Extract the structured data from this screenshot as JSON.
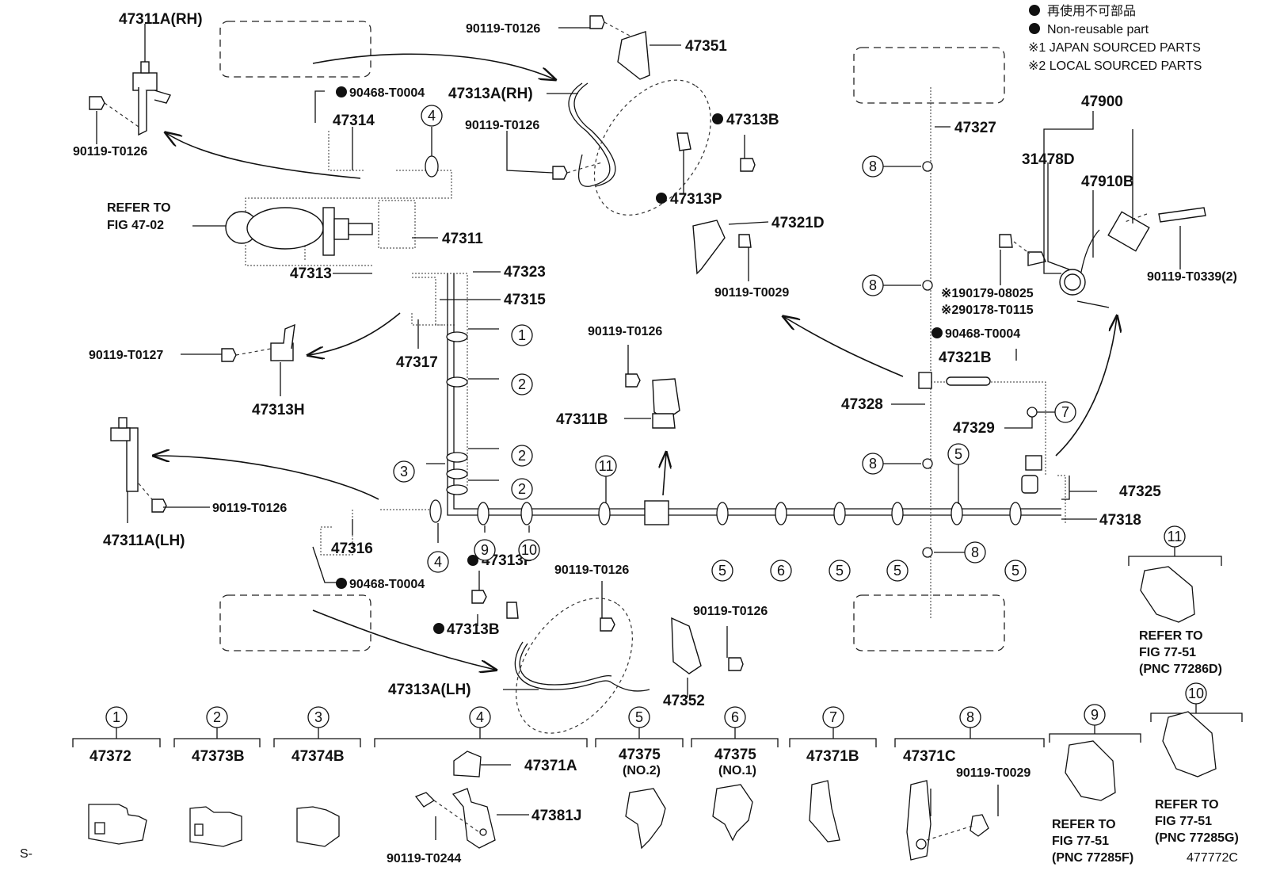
{
  "legend": {
    "line1": "再使用不可部品",
    "line2": "Non-reusable part",
    "line3": "※1 JAPAN SOURCED PARTS",
    "line4": "※2 LOCAL SOURCED PARTS"
  },
  "corner_left": "S-",
  "corner_right": "477772C",
  "parts": {
    "p47311A_RH": "47311A(RH)",
    "p90119_T0126_a": "90119-T0126",
    "p90468_T0004_a": "90468-T0004",
    "p47314": "47314",
    "refer_0202_1": "REFER TO",
    "refer_0202_2": "FIG 47-02",
    "p47311": "47311",
    "p47313": "47313",
    "p47323": "47323",
    "p47315": "47315",
    "p90119_T0127": "90119-T0127",
    "p47317": "47317",
    "p47313H": "47313H",
    "p90119_T0126_top": "90119-T0126",
    "p47351": "47351",
    "p47313A_RH": "47313A(RH)",
    "p90119_T0126_b": "90119-T0126",
    "p47313B_top": "47313B",
    "p47313P_top": "47313P",
    "p47321D": "47321D",
    "p90119_T0029_a": "90119-T0029",
    "p47327": "47327",
    "p47900": "47900",
    "p31478D": "31478D",
    "p47910B": "47910B",
    "p90119_T0339": "90119-T0339(2)",
    "p190179": "※190179-08025",
    "p290178": "※290178-T0115",
    "p90468_T0004_b": "90468-T0004",
    "p47321B": "47321B",
    "p47328": "47328",
    "p47329": "47329",
    "p47325": "47325",
    "p47318": "47318",
    "p90119_T0126_mid": "90119-T0126",
    "p47311B": "47311B",
    "p90119_T0126_lh": "90119-T0126",
    "p47311A_LH": "47311A(LH)",
    "p47316": "47316",
    "p90468_T0004_c": "90468-T0004",
    "p47313P_bot": "47313P",
    "p90119_T0126_c": "90119-T0126",
    "p47313B_bot": "47313B",
    "p90119_T0126_d": "90119-T0126",
    "p47313A_LH": "47313A(LH)",
    "p47352": "47352"
  },
  "callouts": {
    "c1": "1",
    "c2a": "2",
    "c2b": "2",
    "c2c": "2",
    "c3": "3",
    "c4a": "4",
    "c4b": "4",
    "c5a": "5",
    "c5b": "5",
    "c5c": "5",
    "c5d": "5",
    "c5e": "5",
    "c6": "6",
    "c7": "7",
    "c8a": "8",
    "c8b": "8",
    "c8c": "8",
    "c8d": "8",
    "c9": "9",
    "c10": "10",
    "c11": "11"
  },
  "clip_table": [
    {
      "num": "1",
      "part": "47372",
      "sub": ""
    },
    {
      "num": "2",
      "part": "47373B",
      "sub": ""
    },
    {
      "num": "3",
      "part": "47374B",
      "sub": ""
    },
    {
      "num": "4",
      "part": "47371A",
      "sub": ""
    },
    {
      "num": "5",
      "part": "47375",
      "sub": "(NO.2)"
    },
    {
      "num": "6",
      "part": "47375",
      "sub": "(NO.1)"
    },
    {
      "num": "7",
      "part": "47371B",
      "sub": ""
    },
    {
      "num": "8",
      "part": "47371C",
      "sub": ""
    }
  ],
  "clip4_extra": {
    "bracket": "47381J",
    "bolt": "90119-T0244"
  },
  "clip8_extra": {
    "bolt": "90119-T0029"
  },
  "refs": {
    "r9": {
      "num": "9",
      "l1": "REFER TO",
      "l2": "FIG 77-51",
      "l3": "(PNC 77285F)"
    },
    "r10": {
      "num": "10",
      "l1": "REFER TO",
      "l2": "FIG 77-51",
      "l3": "(PNC 77285G)"
    },
    "r11": {
      "num": "11",
      "l1": "REFER TO",
      "l2": "FIG 77-51",
      "l3": "(PNC 77286D)"
    }
  }
}
